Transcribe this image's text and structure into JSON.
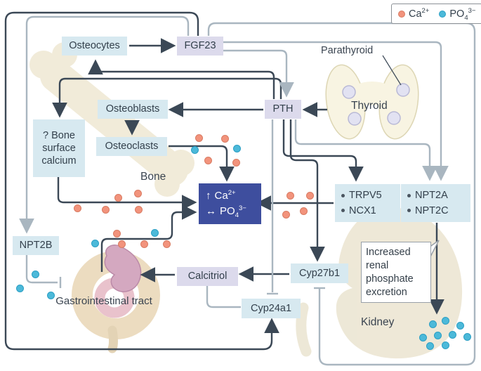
{
  "colors": {
    "dark_line": "#3b4856",
    "gray_line": "#a9b6c0",
    "box_blue": "#d7e9f0",
    "box_lavender": "#dcdaec",
    "central_bg": "#3e4e9e",
    "ca_dot": "#f2937c",
    "ca_dot_border": "#d97b62",
    "po4_dot": "#4cb9d9",
    "po4_dot_border": "#2b9fc4",
    "organ_beige": "#f1ebd9"
  },
  "legend": {
    "ca_base": "Ca",
    "ca_sup": "2+",
    "po4_base": "PO",
    "po4_sub": "4",
    "po4_sup": "3−"
  },
  "nodes": {
    "osteocytes": "Osteocytes",
    "fgf23": "FGF23",
    "osteoblasts": "Osteoblasts",
    "pth": "PTH",
    "osteoclasts": "Osteoclasts",
    "bone_surface": "? Bone\nsurface\ncalcium",
    "trpv5_items": [
      "TRPV5",
      "NCX1"
    ],
    "npt2a_items": [
      "NPT2A",
      "NPT2C"
    ],
    "npt2b": "NPT2B",
    "calcitriol": "Calcitriol",
    "cyp27b1": "Cyp27b1",
    "cyp24a1": "Cyp24a1",
    "excretion": "Increased renal phosphate excretion"
  },
  "central": {
    "row1_arrow": "↑",
    "row1_base": "Ca",
    "row1_sup": "2+",
    "row2_arrow": "↔",
    "row2_base": "PO",
    "row2_sub": "4",
    "row2_sup": "3−"
  },
  "labels": {
    "bone": "Bone",
    "kidney": "Kidney",
    "thyroid": "Thyroid",
    "parathyroid": "Parathyroid",
    "gi": "Gastrointestinal tract"
  },
  "dots": {
    "ca": {
      "color": "#f2937c",
      "border": "#d97b62",
      "points": [
        [
          283,
          196
        ],
        [
          320,
          197
        ],
        [
          296,
          228
        ],
        [
          336,
          231
        ],
        [
          196,
          275
        ],
        [
          168,
          281
        ],
        [
          110,
          296
        ],
        [
          150,
          298
        ],
        [
          197,
          298
        ],
        [
          166,
          332
        ],
        [
          173,
          347
        ],
        [
          205,
          347
        ],
        [
          237,
          347
        ],
        [
          413,
          278
        ],
        [
          441,
          278
        ],
        [
          407,
          305
        ],
        [
          432,
          300
        ]
      ]
    },
    "po4": {
      "color": "#4cb9d9",
      "border": "#2b9fc4",
      "points": [
        [
          277,
          213
        ],
        [
          337,
          211
        ],
        [
          135,
          346
        ],
        [
          220,
          331
        ],
        [
          50,
          390
        ],
        [
          28,
          410
        ],
        [
          72,
          420
        ],
        [
          616,
          461
        ],
        [
          634,
          456
        ],
        [
          655,
          463
        ],
        [
          602,
          480
        ],
        [
          623,
          477
        ],
        [
          644,
          476
        ],
        [
          665,
          479
        ],
        [
          612,
          492
        ],
        [
          634,
          491
        ]
      ]
    }
  }
}
